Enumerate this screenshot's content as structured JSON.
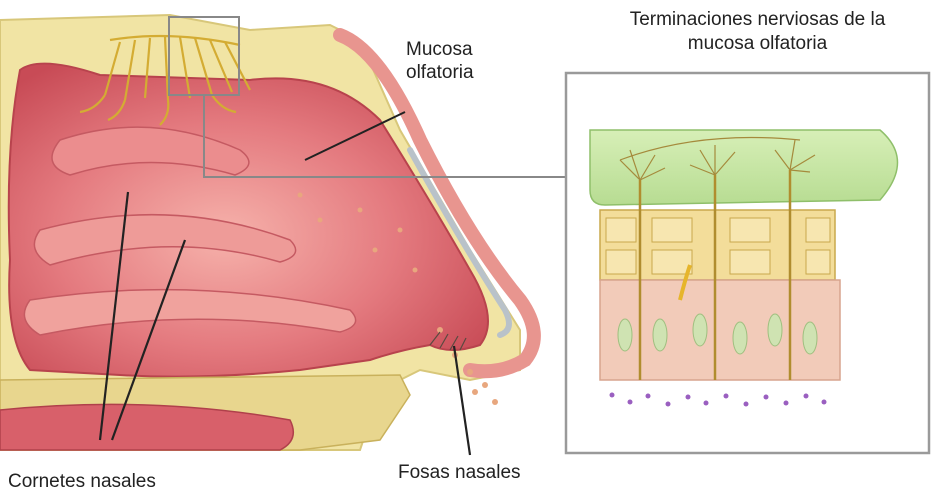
{
  "labels": {
    "mucosa_line1": "Mucosa",
    "mucosa_line2": "olfatoria",
    "cornetes": "Cornetes nasales",
    "fosas": "Fosas nasales",
    "inset_title_line1": "Terminaciones nerviosas de la",
    "inset_title_line2": "mucosa olfatoria"
  },
  "colors": {
    "bone": "#f3e9a8",
    "flesh": "#e2707a",
    "flesh_light": "#f4a3a0",
    "nerve": "#d9b43a",
    "mucus_green": "#c9e6a7",
    "epithelium": "#f1c9b6",
    "inset_border": "#9a9a9a"
  }
}
